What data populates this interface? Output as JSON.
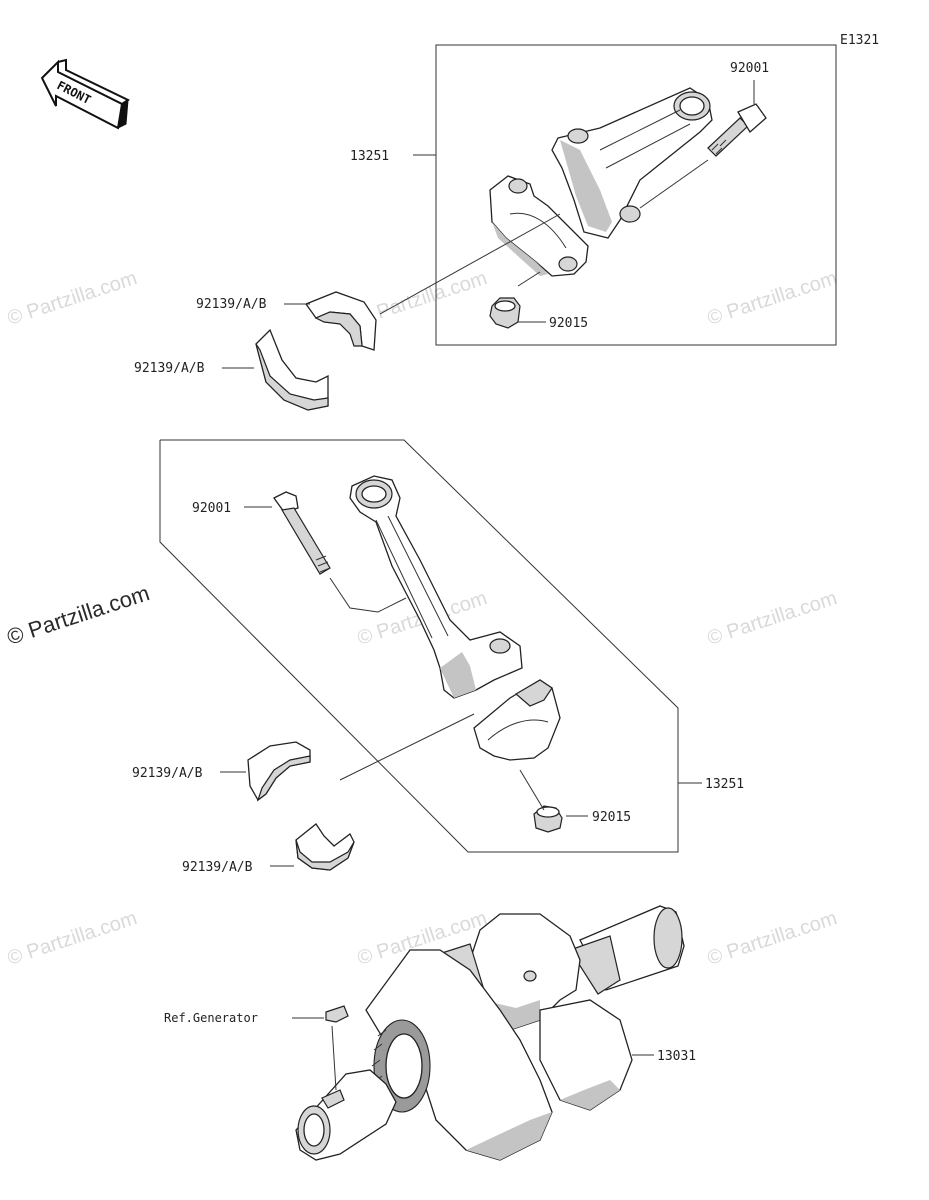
{
  "diagram_code": "E1321",
  "front_arrow_label": "FRONT",
  "watermark": {
    "text": "© Partzilla.com",
    "prominent_text": "© Partzilla.com"
  },
  "callouts": {
    "upper_rod_assembly": "13251",
    "upper_rod_bolt": "92001",
    "upper_rod_nut": "92015",
    "upper_bearing_1": "92139/A/B",
    "upper_bearing_2": "92139/A/B",
    "lower_rod_bolt": "92001",
    "lower_rod_assembly": "13251",
    "lower_rod_nut": "92015",
    "lower_bearing_1": "92139/A/B",
    "lower_bearing_2": "92139/A/B",
    "ref_generator": "Ref.Generator",
    "crankshaft": "13031"
  }
}
